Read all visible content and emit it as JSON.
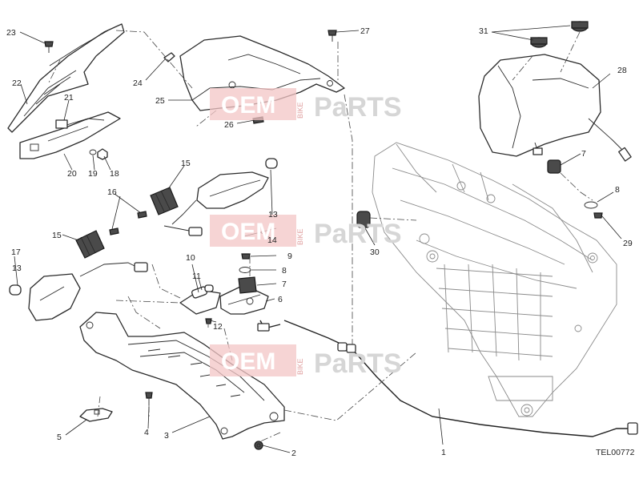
{
  "callouts": [
    "1",
    "2",
    "3",
    "4",
    "5",
    "6",
    "7",
    "8",
    "9",
    "10",
    "11",
    "12",
    "13",
    "14",
    "15",
    "16",
    "17",
    "18",
    "19",
    "20",
    "21",
    "22",
    "23",
    "24",
    "25",
    "26",
    "27",
    "28",
    "29",
    "30",
    "31"
  ],
  "drawing_code": "TEL00772",
  "watermark": {
    "left": "OEM",
    "side": "BIKE",
    "right": "PaRTS"
  },
  "colors": {
    "line": "#2a2a2a",
    "watermark": "#f3c6c6"
  }
}
